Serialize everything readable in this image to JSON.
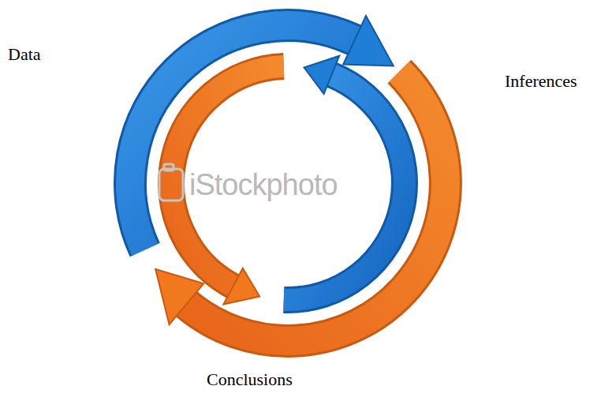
{
  "diagram": {
    "labels": [
      "Data",
      "Inferences",
      "Conclusions",
      "iStockphoto"
    ]
  }
}
